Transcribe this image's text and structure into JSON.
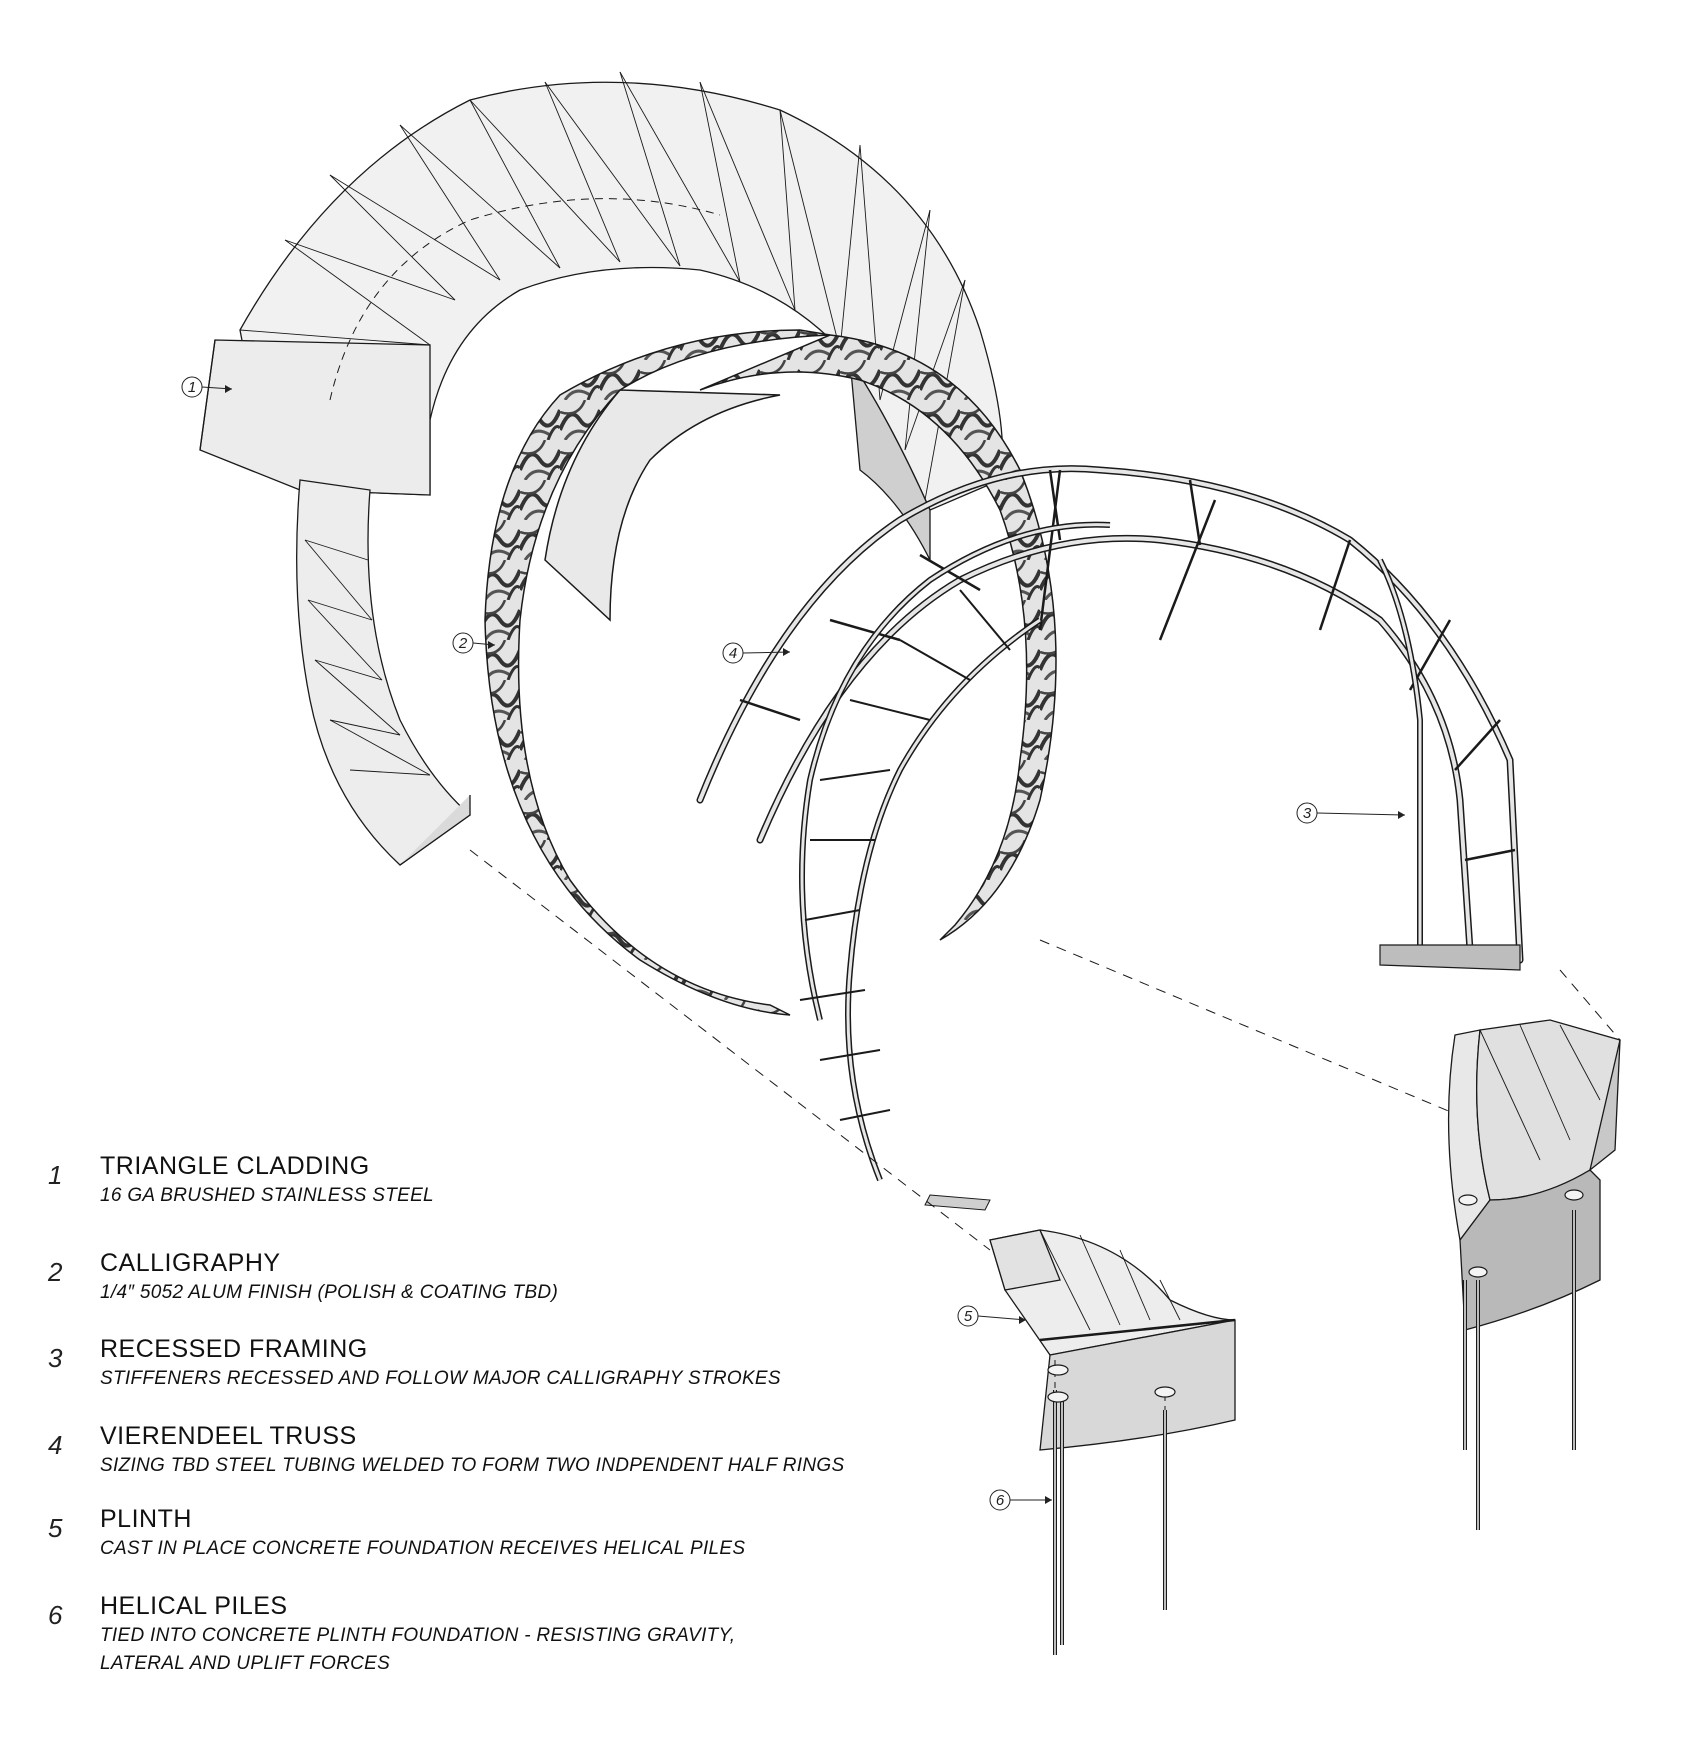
{
  "callouts": [
    "1",
    "2",
    "3",
    "4",
    "5",
    "6"
  ],
  "legend": [
    {
      "num": "1",
      "title": "TRIANGLE CLADDING",
      "sub": [
        "16 GA BRUSHED STAINLESS STEEL"
      ]
    },
    {
      "num": "2",
      "title": "CALLIGRAPHY",
      "sub": [
        "1/4″ 5052 ALUM FINISH (POLISH & COATING TBD)"
      ]
    },
    {
      "num": "3",
      "title": "RECESSED FRAMING",
      "sub": [
        "STIFFENERS RECESSED AND FOLLOW MAJOR CALLIGRAPHY STROKES"
      ]
    },
    {
      "num": "4",
      "title": "VIERENDEEL TRUSS",
      "sub": [
        "SIZING TBD STEEL TUBING WELDED TO FORM TWO INDPENDENT HALF RINGS"
      ]
    },
    {
      "num": "5",
      "title": "PLINTH",
      "sub": [
        "CAST IN PLACE CONCRETE FOUNDATION RECEIVES HELICAL PILES"
      ]
    },
    {
      "num": "6",
      "title": "HELICAL PILES",
      "sub": [
        "TIED INTO CONCRETE PLINTH FOUNDATION - RESISTING GRAVITY,",
        "LATERAL AND UPLIFT FORCES"
      ]
    }
  ],
  "colors": {
    "line": "#1a1a1a",
    "panel_light": "#f1f1f1",
    "panel_mid": "#dcdcdc",
    "panel_dark": "#b9b9b9"
  }
}
